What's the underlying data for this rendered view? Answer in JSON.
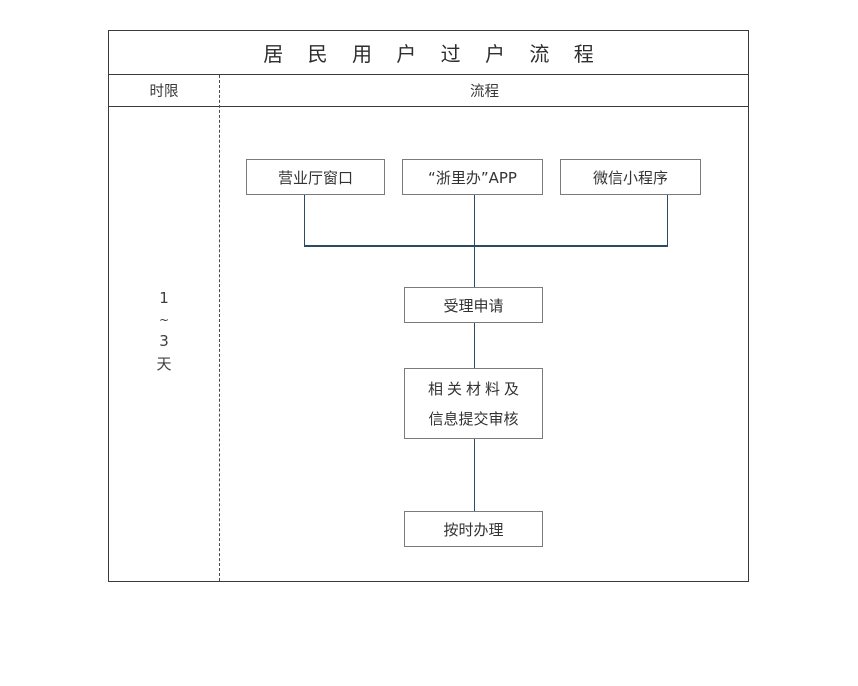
{
  "document": {
    "title": "居 民 用 户 过 户 流 程"
  },
  "table": {
    "headers": {
      "limit": "时限",
      "flow": "流程"
    }
  },
  "duration": {
    "from": "1",
    "tilde": "~",
    "to": "3",
    "unit": "天"
  },
  "flow": {
    "sources": [
      {
        "label": "营业厅窗口"
      },
      {
        "label": "“浙里办”APP"
      },
      {
        "label": "微信小程序"
      }
    ],
    "steps": [
      {
        "label": "受理申请"
      },
      {
        "line1": "相关材料及",
        "line2": "信息提交审核"
      },
      {
        "label": "按时办理"
      }
    ]
  },
  "colors": {
    "frame_border": "#3b3b3b",
    "node_border": "#7b7b7b",
    "connector": "#2b4a63",
    "text": "#333333",
    "background": "#ffffff"
  }
}
